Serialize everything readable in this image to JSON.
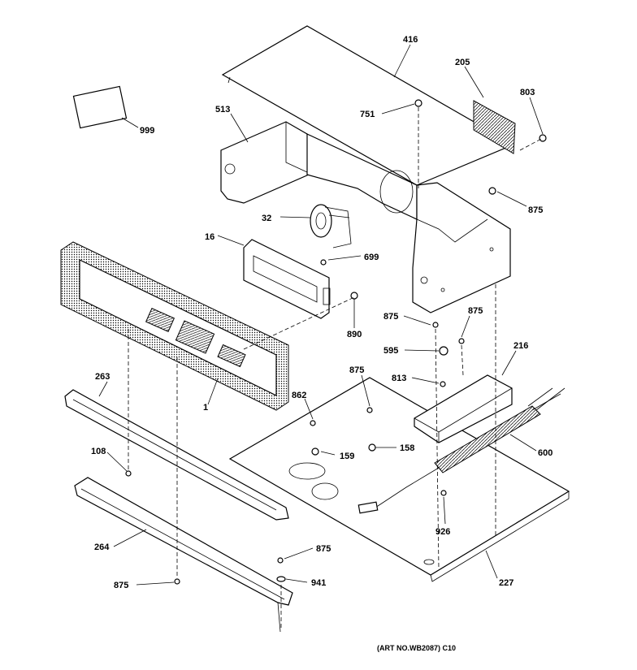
{
  "callouts": {
    "c416": "416",
    "c205": "205",
    "c803": "803",
    "c751": "751",
    "c513": "513",
    "c999": "999",
    "c875_right_top": "875",
    "c32": "32",
    "c16": "16",
    "c699": "699",
    "c890": "890",
    "c875_mid_a": "875",
    "c875_mid_b": "875",
    "c595": "595",
    "c216": "216",
    "c875_mid_c": "875",
    "c813": "813",
    "c862": "862",
    "c263": "263",
    "c1": "1",
    "c159": "159",
    "c158": "158",
    "c600": "600",
    "c108": "108",
    "c926": "926",
    "c264": "264",
    "c875_bottom_a": "875",
    "c941": "941",
    "c875_bottom_b": "875",
    "c227": "227"
  },
  "art_number": "(ART NO.WB2087) C10"
}
